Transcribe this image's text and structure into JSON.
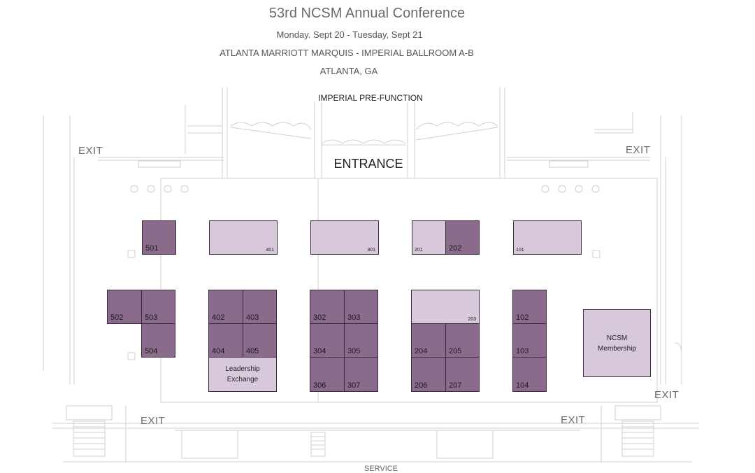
{
  "header": {
    "title": "53rd NCSM Annual Conference",
    "dates": "Monday. Sept 20 - Tuesday, Sept 21",
    "venue": "ATLANTA MARRIOTT MARQUIS - IMPERIAL BALLROOM A-B",
    "city": "ATLANTA, GA"
  },
  "labels": {
    "prefunction": "IMPERIAL PRE-FUNCTION",
    "entrance": "ENTRANCE",
    "service": "SERVICE",
    "exit": "EXIT"
  },
  "booths": {
    "b501": "501",
    "b401": "401",
    "b301": "301",
    "b201": "201",
    "b202": "202",
    "b101": "101",
    "b502": "502",
    "b503": "503",
    "b504": "504",
    "b402": "402",
    "b403": "403",
    "b404": "404",
    "b405": "405",
    "b302": "302",
    "b303": "303",
    "b304": "304",
    "b305": "305",
    "b306": "306",
    "b307": "307",
    "b203": "203",
    "b204": "204",
    "b205": "205",
    "b206": "206",
    "b207": "207",
    "b102": "102",
    "b103": "103",
    "b104": "104",
    "leadership_line1": "Leadership",
    "leadership_line2": "Exchange",
    "ncsm_line1": "NCSM",
    "ncsm_line2": "Membership"
  },
  "colors": {
    "booth_dark": "#8a6b8c",
    "booth_light": "#d8c8dc"
  }
}
